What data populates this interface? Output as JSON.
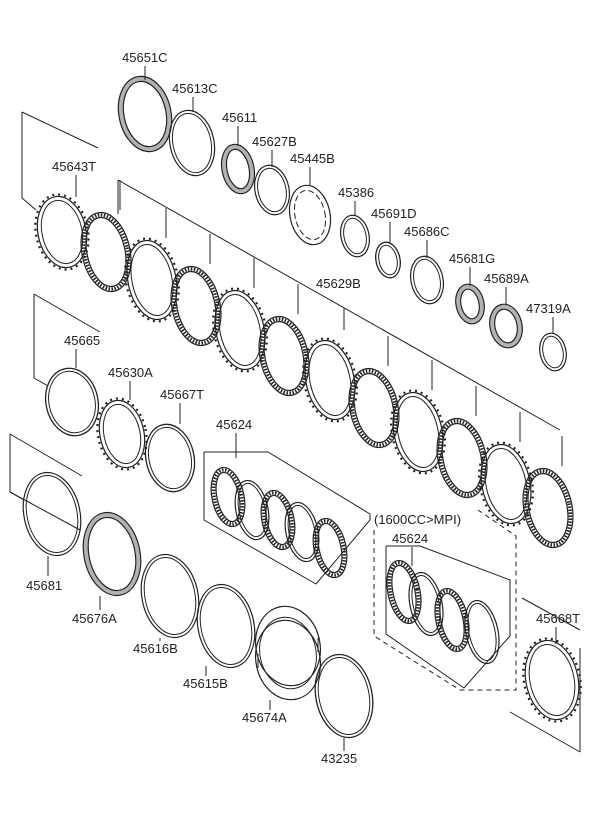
{
  "parts": [
    {
      "id": "45651C",
      "label": "45651C",
      "shape": "thick"
    },
    {
      "id": "45613C",
      "label": "45613C",
      "shape": "thin"
    },
    {
      "id": "45611",
      "label": "45611",
      "shape": "thick"
    },
    {
      "id": "45627B",
      "label": "45627B",
      "shape": "thin"
    },
    {
      "id": "45445B",
      "label": "45445B",
      "shape": "notched"
    },
    {
      "id": "45386",
      "label": "45386",
      "shape": "thin"
    },
    {
      "id": "45691D",
      "label": "45691D",
      "shape": "snap"
    },
    {
      "id": "45686C",
      "label": "45686C",
      "shape": "thin"
    },
    {
      "id": "45681G",
      "label": "45681G",
      "shape": "thick"
    },
    {
      "id": "45689A",
      "label": "45689A",
      "shape": "thick"
    },
    {
      "id": "47319A",
      "label": "47319A",
      "shape": "thin"
    },
    {
      "id": "45643T",
      "label": "45643T",
      "shape": "toothed"
    },
    {
      "id": "45629B",
      "label": "45629B",
      "shape": "friction"
    },
    {
      "id": "45665",
      "label": "45665",
      "shape": "snap"
    },
    {
      "id": "45630A",
      "label": "45630A",
      "shape": "toothed"
    },
    {
      "id": "45667T",
      "label": "45667T",
      "shape": "snap"
    },
    {
      "id": "45624",
      "label": "45624",
      "shape": "pack"
    },
    {
      "id": "45624-mpi",
      "label": "45624",
      "shape": "pack"
    },
    {
      "id": "45681",
      "label": "45681",
      "shape": "thin"
    },
    {
      "id": "45676A",
      "label": "45676A",
      "shape": "thick"
    },
    {
      "id": "45616B",
      "label": "45616B",
      "shape": "thin"
    },
    {
      "id": "45615B",
      "label": "45615B",
      "shape": "thin"
    },
    {
      "id": "45674A",
      "label": "45674A",
      "shape": "band"
    },
    {
      "id": "43235",
      "label": "43235",
      "shape": "snap"
    },
    {
      "id": "45668T",
      "label": "45668T",
      "shape": "toothed"
    }
  ],
  "variant_note": "(1600CC>MPI)",
  "colors": {
    "line": "#222222",
    "background": "#ffffff"
  }
}
